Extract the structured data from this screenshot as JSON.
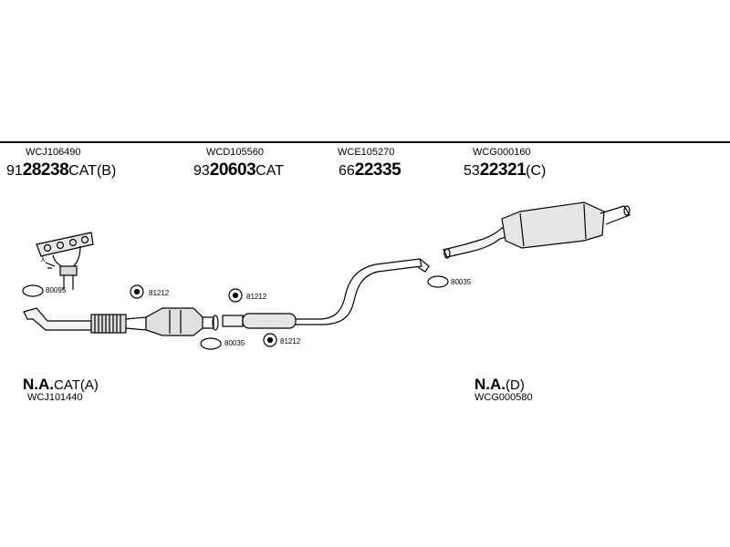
{
  "header_parts": [
    {
      "code": "WCJ106490",
      "prefix": "91",
      "number": "28238",
      "suffix": "CAT(B)"
    },
    {
      "code": "WCD105560",
      "prefix": "93",
      "number": "20603",
      "suffix": "CAT"
    },
    {
      "code": "WCE105270",
      "prefix": "66",
      "number": "22335",
      "suffix": ""
    },
    {
      "code": "WCG000160",
      "prefix": "53",
      "number": "22321",
      "suffix": "(C)"
    }
  ],
  "footer_parts": [
    {
      "number": "N.A.",
      "suffix": "CAT(A)",
      "code": "WCJ101440"
    },
    {
      "number": "N.A.",
      "suffix": "(D)",
      "code": "WCG000580"
    }
  ],
  "small_labels": {
    "gasket_left": "80095",
    "clamp_1": "81212",
    "clamp_2": "81212",
    "gasket_mid": "80035",
    "clamp_3": "81212",
    "gasket_right": "80035"
  }
}
